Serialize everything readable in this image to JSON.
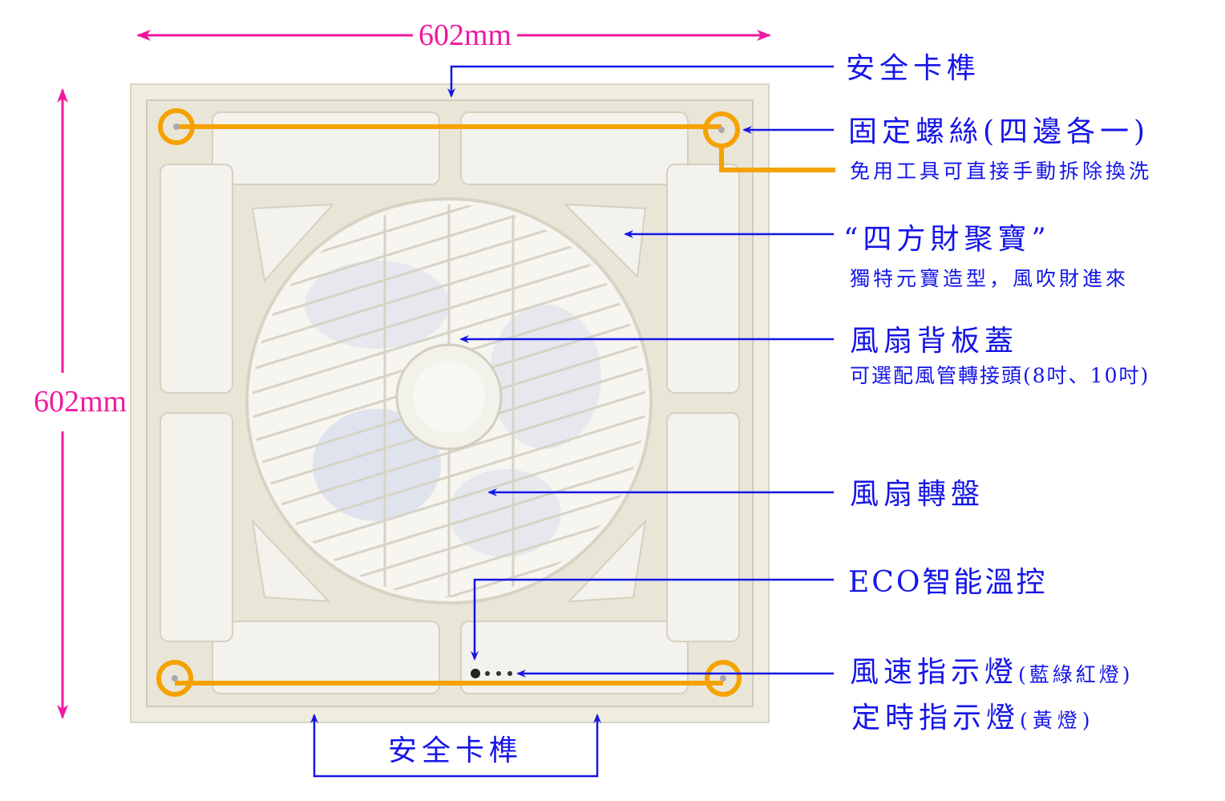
{
  "dimensions": {
    "width_label": "602mm",
    "height_label": "602mm"
  },
  "colors": {
    "callout_blue": "#1515e8",
    "dimension_magenta": "#f0199f",
    "screw_orange": "#f5a200",
    "panel_cream": "#efece0"
  },
  "callouts": {
    "safety_latch_top": "安全卡榫",
    "fixing_screws": "固定螺絲(四邊各一)",
    "fixing_screws_note": "免用工具可直接手動拆除換洗",
    "design_title": "“四方財聚寶”",
    "design_note": "獨特元寶造型，風吹財進來",
    "back_cover": "風扇背板蓋",
    "back_cover_note": "可選配風管轉接頭(8吋、10吋)",
    "fan_rotor": "風扇轉盤",
    "eco_control": "ECO智能溫控",
    "speed_light": "風速指示燈",
    "speed_light_note": "(藍綠紅燈)",
    "timer_light": "定時指示燈",
    "timer_light_note": "(黃燈)",
    "safety_latch_bottom": "安全卡榫"
  }
}
